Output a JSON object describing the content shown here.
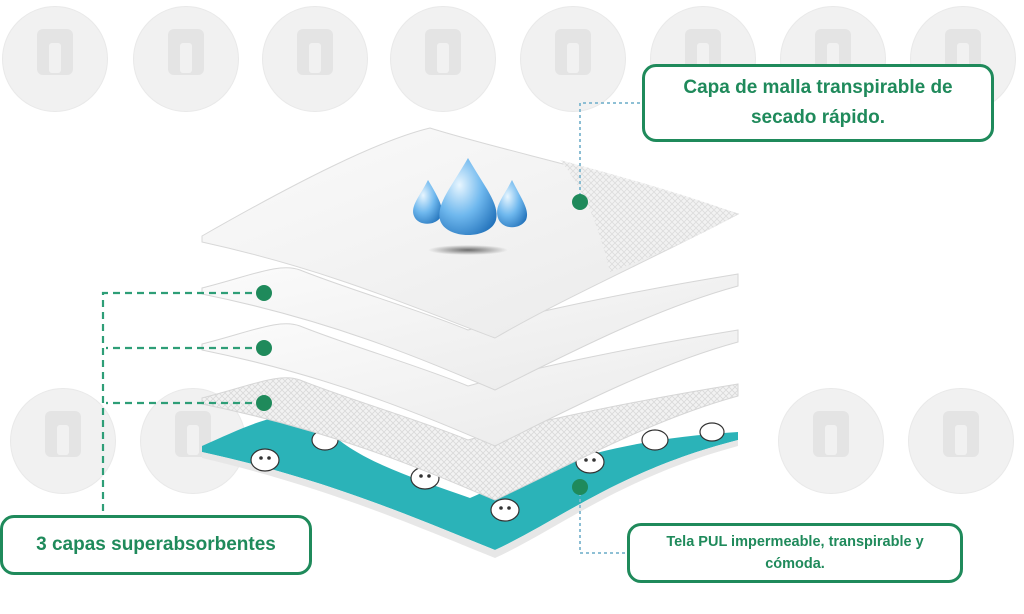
{
  "callouts": {
    "top": "Capa de malla transpirable de secado rápido.",
    "left": "3 capas superabsorbentes",
    "bottom": "Tela PUL impermeable, transpirable y cómoda."
  },
  "colors": {
    "accent": "#1f8a5b",
    "connector": "#2e9e77",
    "pul_fabric": "#2bb3b8",
    "layer": "#f4f4f4",
    "droplet": "#4aa3e0"
  },
  "icons": [
    "water-drop-icon",
    "logo-watermark-icon",
    "dog-print-icon"
  ]
}
